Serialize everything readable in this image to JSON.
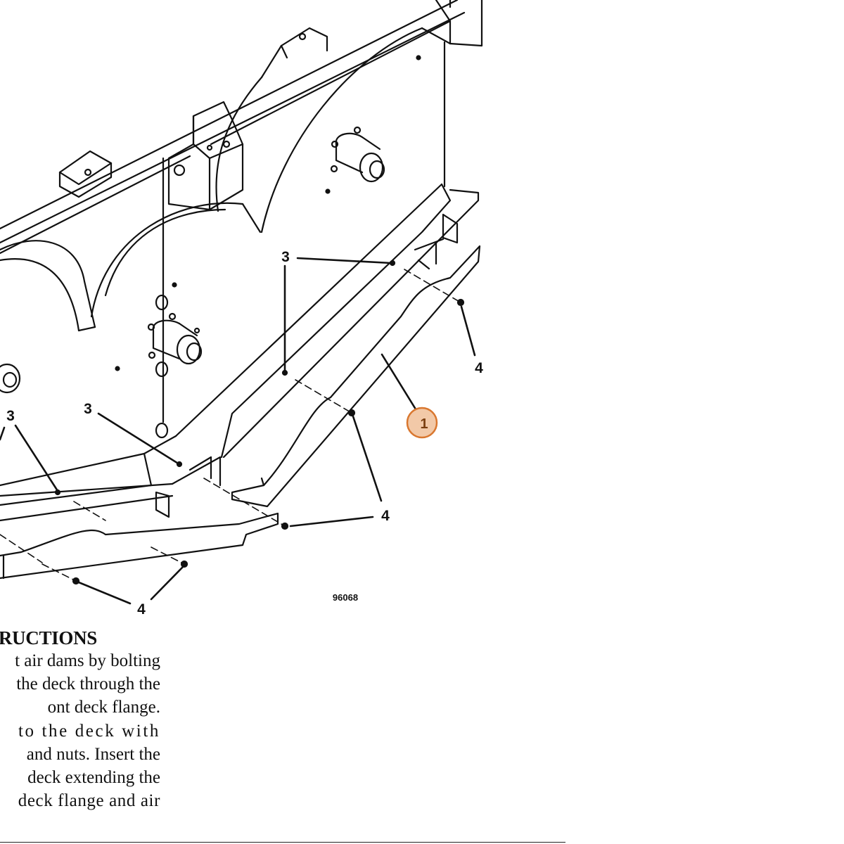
{
  "figure": {
    "number": "96068",
    "callouts": {
      "c3_top": "3",
      "c3_left": "3",
      "c3_mid": "3",
      "c4_right": "4",
      "c4_mid": "4",
      "c4_bottom": "4"
    },
    "badge_label": "1",
    "badge_color": "#f2c9a8",
    "badge_border": "#d9772f"
  },
  "instructions": {
    "heading": "RUCTIONS",
    "lines": [
      "t air dams by bolting",
      "the deck through the",
      "ont deck flange.",
      "to the deck with",
      "and nuts. Insert the",
      "deck extending the",
      "deck flange and air"
    ]
  }
}
